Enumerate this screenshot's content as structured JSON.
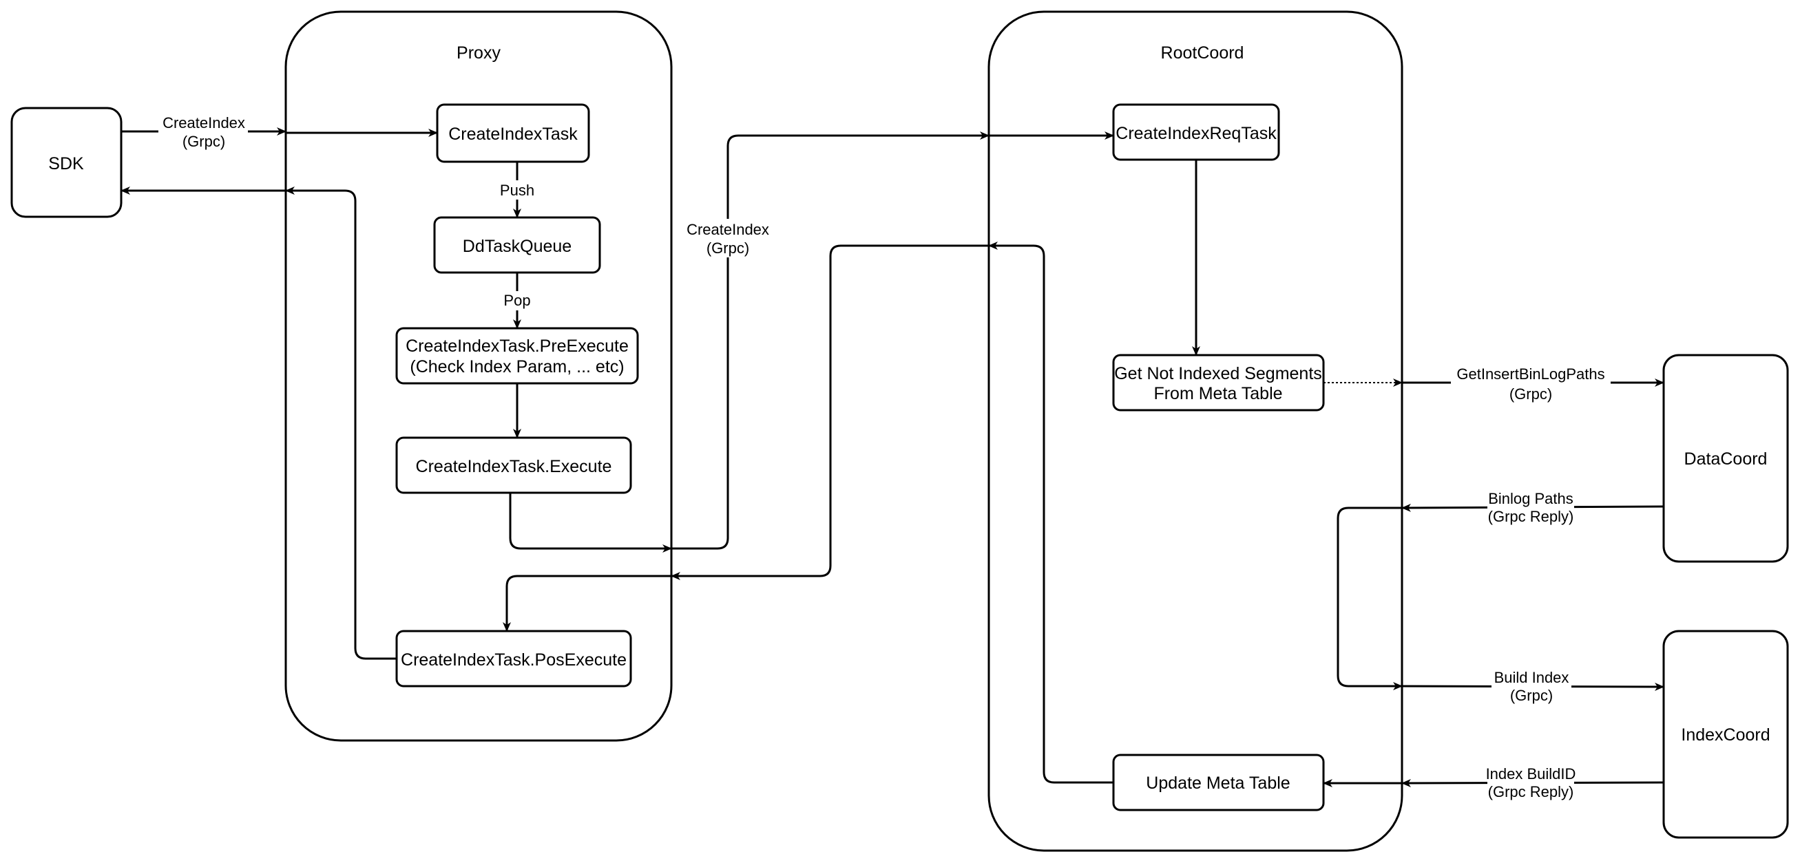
{
  "nodes": {
    "sdk": "SDK",
    "proxy_title": "Proxy",
    "rootcoord_title": "RootCoord",
    "create_index_task": "CreateIndexTask",
    "dd_task_queue": "DdTaskQueue",
    "pre_execute_line1": "CreateIndexTask.PreExecute",
    "pre_execute_line2": "(Check Index Param, ... etc)",
    "execute": "CreateIndexTask.Execute",
    "pos_execute": "CreateIndexTask.PosExecute",
    "create_index_req_task": "CreateIndexReqTask",
    "get_segments_line1": "Get Not Indexed Segments",
    "get_segments_line2": "From Meta Table",
    "update_meta_table": "Update Meta Table",
    "datacoord": "DataCoord",
    "indexcoord": "IndexCoord"
  },
  "edges": {
    "sdk_create_index_line1": "CreateIndex",
    "sdk_create_index_line2": "(Grpc)",
    "push": "Push",
    "pop": "Pop",
    "proxy_create_index_line1": "CreateIndex",
    "proxy_create_index_line2": "(Grpc)",
    "get_insert_binlog_line1": "GetInsertBinLogPaths",
    "get_insert_binlog_line2": "(Grpc)",
    "binlog_paths_line1": "Binlog Paths",
    "binlog_paths_line2": "(Grpc Reply)",
    "build_index_line1": "Build Index",
    "build_index_line2": "(Grpc)",
    "index_buildid_line1": "Index BuildID",
    "index_buildid_line2": "(Grpc Reply)"
  }
}
